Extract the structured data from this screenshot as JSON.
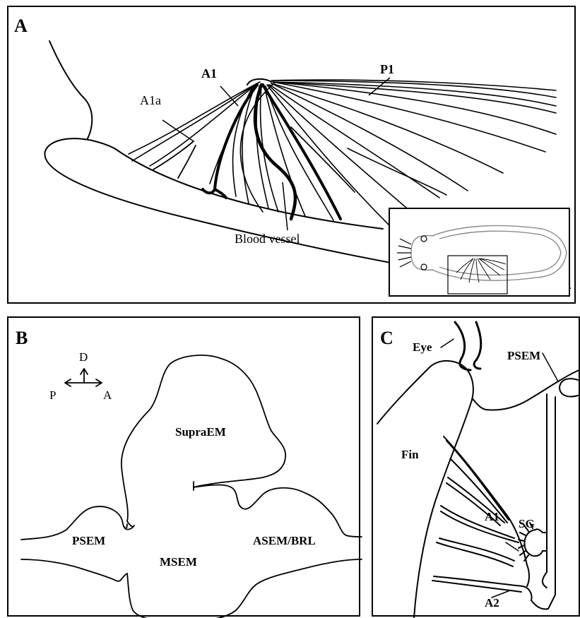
{
  "panels": {
    "A": {
      "letter": "A",
      "labels": {
        "a1": "A1",
        "a1a": "A1a",
        "p1": "P1",
        "blood_vessel": "Blood vessel"
      }
    },
    "B": {
      "letter": "B",
      "labels": {
        "d": "D",
        "p": "P",
        "a": "A",
        "supraem": "SupraEM",
        "psem": "PSEM",
        "msem": "MSEM",
        "asem_brl": "ASEM/BRL"
      }
    },
    "C": {
      "letter": "C",
      "labels": {
        "eye": "Eye",
        "psem": "PSEM",
        "fin": "Fin",
        "a1": "A1",
        "sg": "SG",
        "a2": "A2"
      }
    }
  },
  "colors": {
    "line": "#000000",
    "inset_line": "#8a8a8a",
    "background": "#ffffff"
  }
}
